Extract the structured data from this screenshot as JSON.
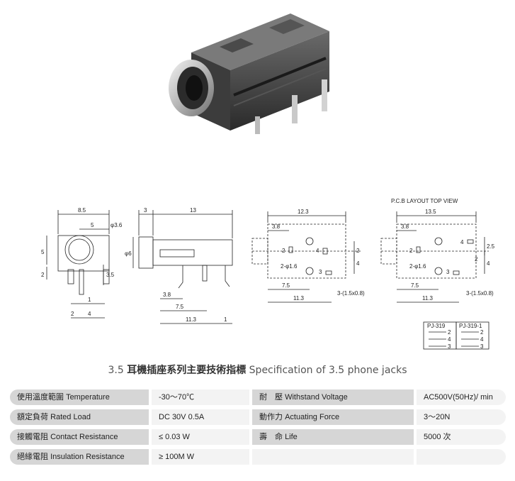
{
  "caption": {
    "number": "3.5",
    "chinese": "耳機插座系列主要技術指標",
    "english": "Specification of 3.5 phone jacks"
  },
  "drawing_labels": {
    "pcb_title": "P.C.B LAYOUT    TOP VIEW",
    "front": {
      "w": "8.5",
      "r": "5",
      "d": "φ3.6",
      "h": "5",
      "h2": "2",
      "h3": "3.5",
      "b1": "1",
      "b2": "2",
      "b3": "4"
    },
    "side": {
      "t": "3",
      "w": "13",
      "d": "φ6",
      "a": "3.8",
      "b": "7.5",
      "c": "11.3",
      "e": "1"
    },
    "top": {
      "w": "12.3",
      "a": "3.8",
      "p2": "2",
      "p4": "4",
      "p3": "3",
      "hole": "2-φ1.6",
      "slot": "3-(1.5x0.8)",
      "b": "7.5",
      "c": "11.3",
      "v2": "2",
      "v4": "4"
    },
    "pcb": {
      "w": "13.5",
      "a": "3.8",
      "p2": "2",
      "p4": "4",
      "p3": "3",
      "hole": "2-φ1.6",
      "slot": "3-(1.5x0.8)",
      "b": "7.5",
      "c": "11.3",
      "v2": "2",
      "v25": "2.5",
      "v4": "4"
    },
    "schem": {
      "m1": "PJ-319",
      "m2": "PJ-319-1",
      "n2": "2",
      "n4": "4",
      "n3": "3"
    }
  },
  "specs": [
    {
      "l1": "使用溫度範圍",
      "l1_en": "Temperature",
      "v1": "-30～70℃",
      "l2": "耐　壓",
      "l2_en": "Withstand Voltage",
      "v2": "AC500V(50Hz)/ min"
    },
    {
      "l1": "額定負荷",
      "l1_en": "Rated Load",
      "v1": "DC  30V  0.5A",
      "l2": "動作力",
      "l2_en": "Actuating Force",
      "v2": "3～20N"
    },
    {
      "l1": "接觸電阻",
      "l1_en": "Contact Resistance",
      "v1": "≤ 0.03 W",
      "l2": "壽　命",
      "l2_en": "Life",
      "v2": "5000 次"
    },
    {
      "l1": "絕緣電阻",
      "l1_en": "Insulation Resistance",
      "v1": "≥ 100M W",
      "l2": "",
      "l2_en": "",
      "v2": ""
    }
  ]
}
